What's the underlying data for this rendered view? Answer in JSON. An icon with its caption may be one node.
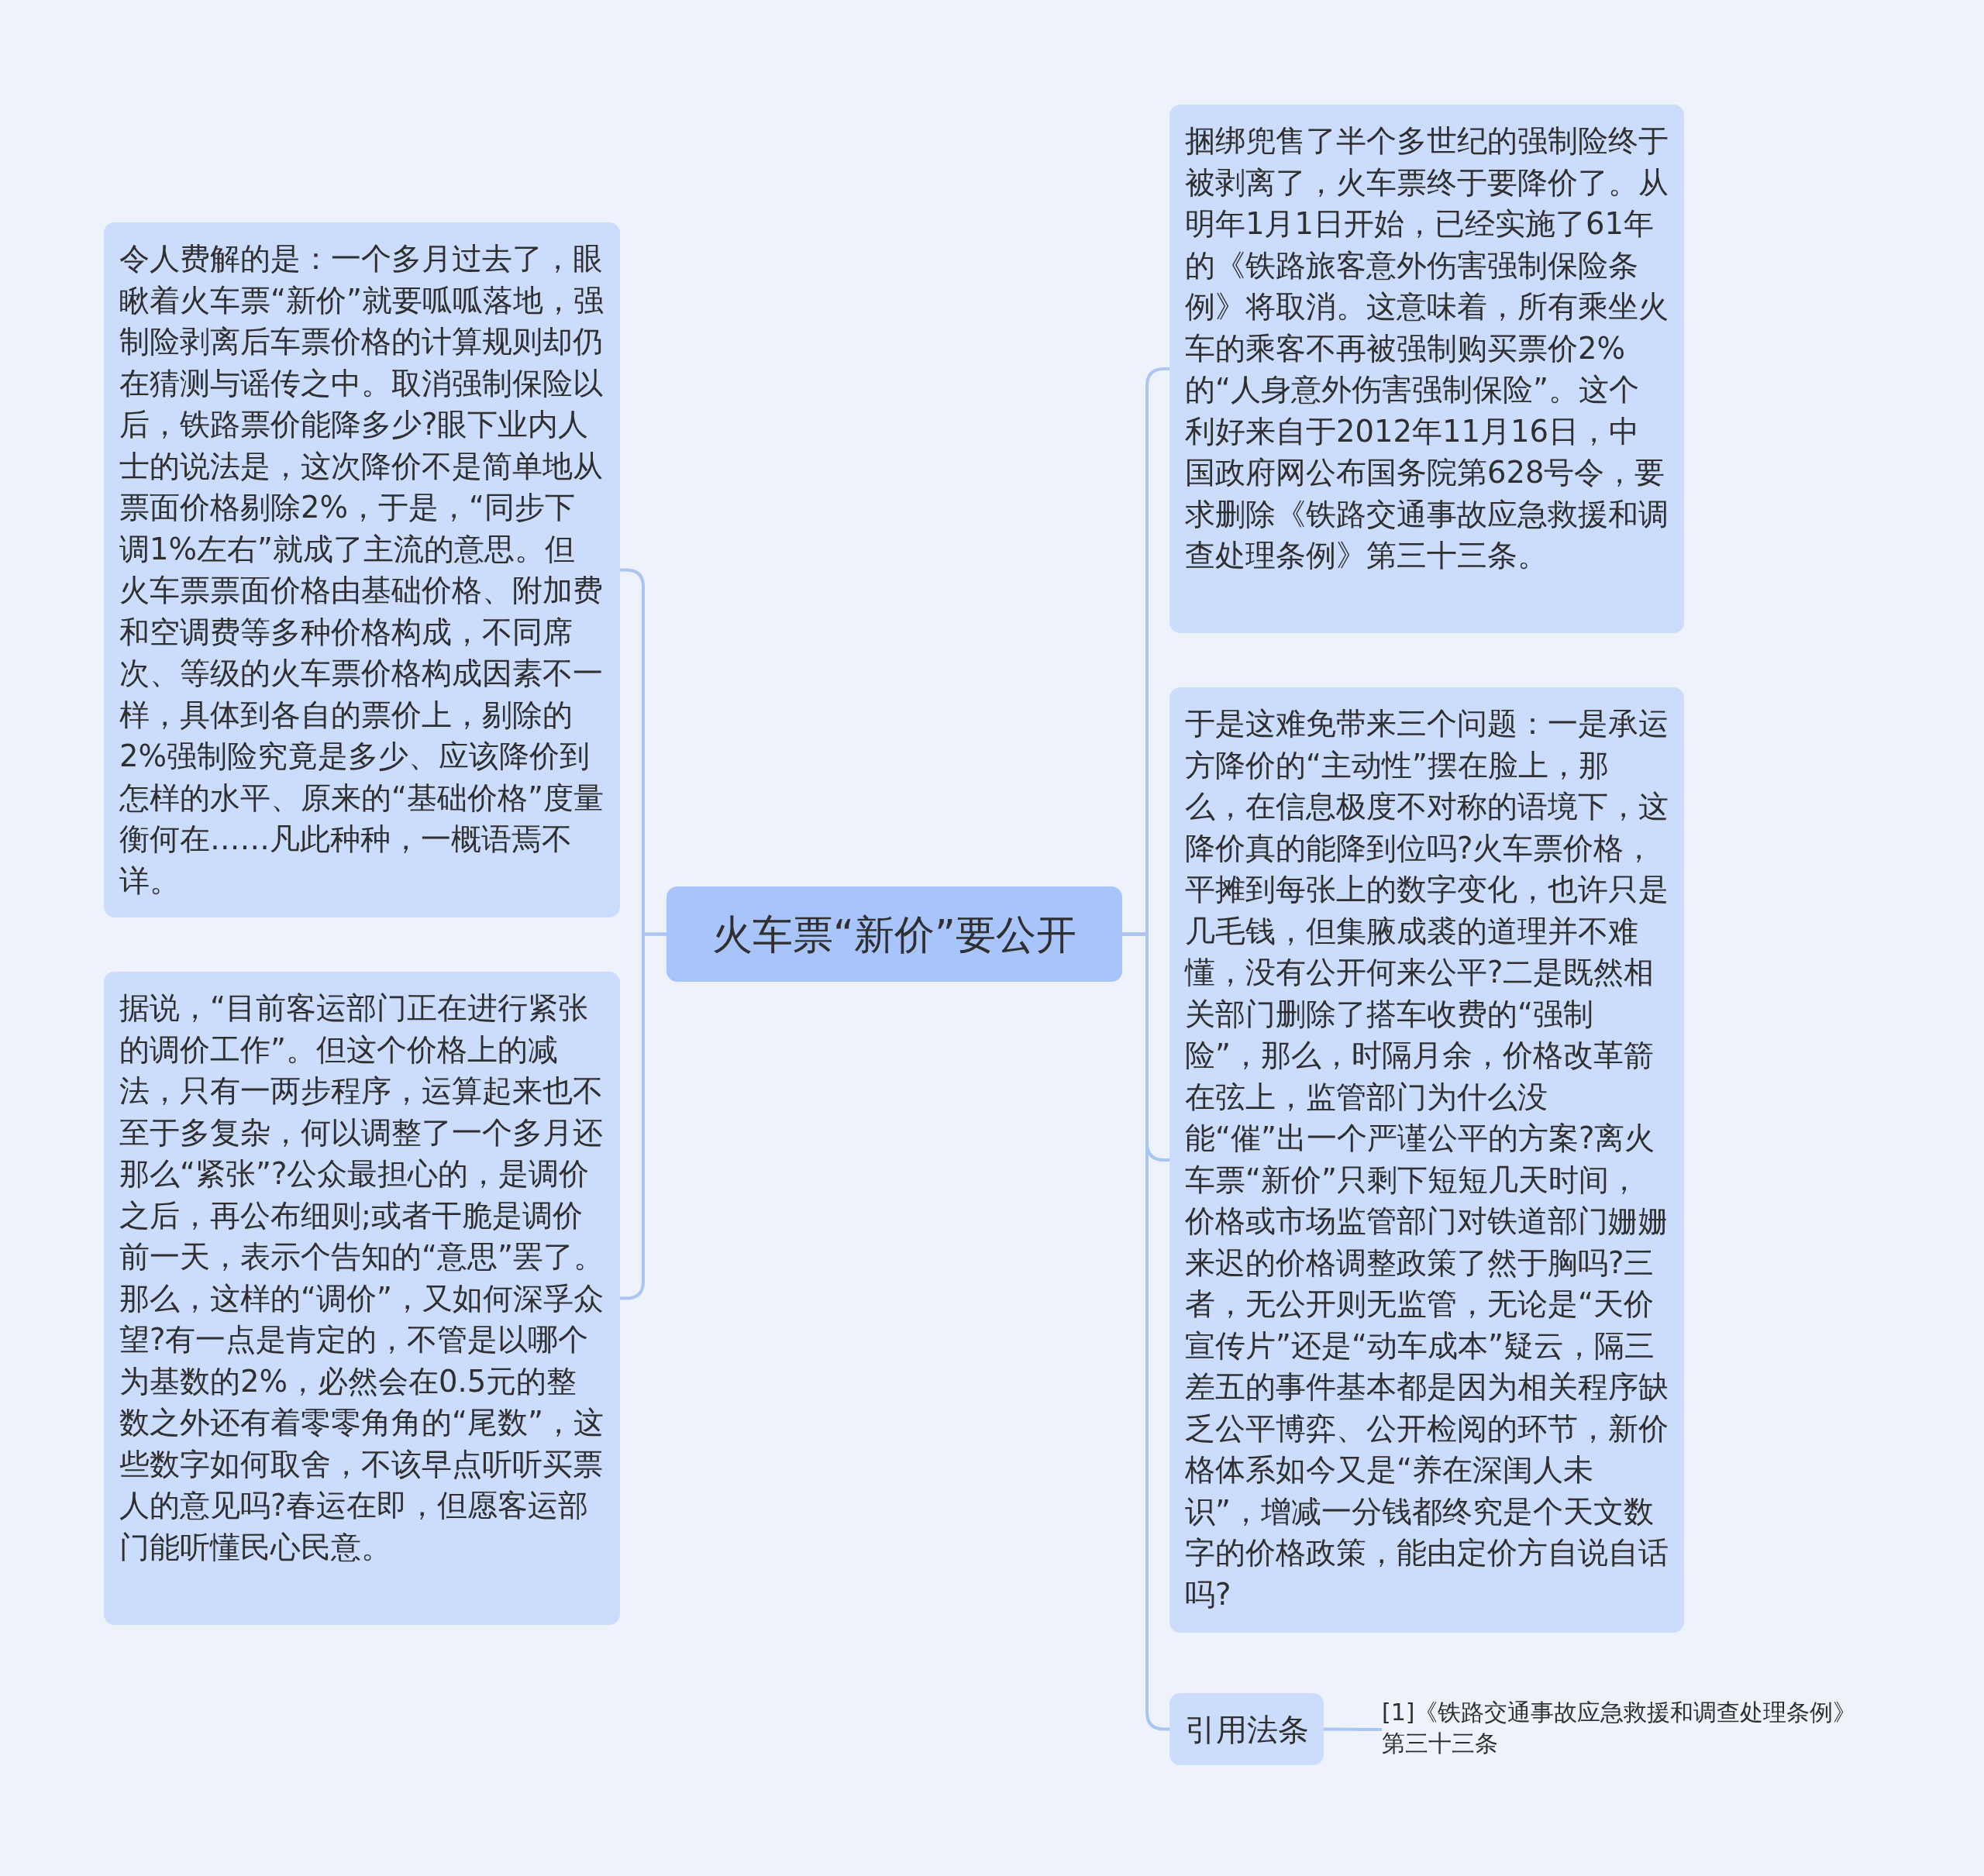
{
  "diagram": {
    "nodes": [
      {
        "text": [
          "火车票“新价”要公开"
        ]
      },
      {
        "text": [
          "令人费解的是：一个多月过去了，眼瞅着火车票“新价”就要呱呱落地，强制险剥离后车票价格的计算规则却仍在猜测与谣传之中。取消强制保险以后，铁路票价能降多少?眼下业内人士的说法是，这次降价不是简单地从票面价格剔除2%，于是，“同步下调1%左右”就成了主流的意思。但火车票票面价格由基础价格、附加费和空调费等多种价格构成，不同席次、等级的火车票价格构成因素不一样，具体到各自的票价上，剔除的2%强制险究竟是多少、应该降价到怎样的水平、原来的“基础价格”度量衡何在……凡此种种，一概语焉不详。"
        ]
      },
      {
        "text": [
          "据说，“目前客运部门正在进行紧张的调价工作”。但这个价格上的减法，只有一两步程序，运算起来也不至于多复杂，何以调整了一个多月还那么“紧张”?公众最担心的，是调价之后，再公布细则;或者干脆是调价前一天，表示个告知的“意思”罢了。那么，这样的“调价”，又如何深孚众望?有一点是肯定的，不管是以哪个为基数的2%，必然会在0.5元的整数之外还有着零零角角的“尾数”，这些数字如何取舍，不该早点听听买票人的意见吗?春运在即，但愿客运部门能听懂民心民意。"
        ]
      },
      {
        "text": [
          "捆绑兜售了半个多世纪的强制险终于被剥离了，火车票终于要降价了。从明年1月1日开始，已经实施了61年的《铁路旅客意外伤害强制保险条例》将取消。这意味着，所有乘坐火车的乘客不再被强制购买票价2%的“人身意外伤害强制保险”。这个利好来自于2012年11月16日，中国政府网公布国务院第628号令，要求删除《铁路交通事故应急救援和调查处理条例》第三十三条。"
        ]
      },
      {
        "text": [
          "于是这难免带来三个问题：一是承运方降价的“主动性”摆在脸上，那么，在信息极度不对称的语境下，这降价真的能降到位吗?火车票价格，平摊到每张上的数字变化，也许只是几毛钱，但集腋成裘的道理并不难懂，没有公开何来公平?二是既然相关部门删除了搭车收费的“强制险”，那么，时隔月余，价格改革箭在弦上，监管部门为什么没能“催”出一个严谨公平的方案?离火车票“新价”只剩下短短几天时间，价格或市场监管部门对铁道部门姗姗来迟的价格调整政策了然于胸吗?三者，无公开则无监管，无论是“天价宣传片”还是“动车成本”疑云，隔三差五的事件基本都是因为相关程序缺乏公平博弈、公开检阅的环节，新价格体系如今又是“养在深闺人未识”，增减一分钱都终究是个天文数字的价格政策，能由定价方自说自话吗?"
        ]
      },
      {
        "text": [
          "引用法条"
        ]
      },
      {
        "text": [
          "[1]《铁路交通事故应急救援和调查处理条例》第三十三条"
        ]
      }
    ],
    "edges": [
      {
        "from": 0,
        "to": 1,
        "arrow": "none"
      },
      {
        "from": 0,
        "to": 2,
        "arrow": "none"
      },
      {
        "from": 0,
        "to": 3,
        "arrow": "none"
      },
      {
        "from": 0,
        "to": 4,
        "arrow": "none"
      },
      {
        "from": 0,
        "to": 5,
        "arrow": "none"
      },
      {
        "from": 5,
        "to": 6,
        "arrow": "none"
      }
    ]
  }
}
